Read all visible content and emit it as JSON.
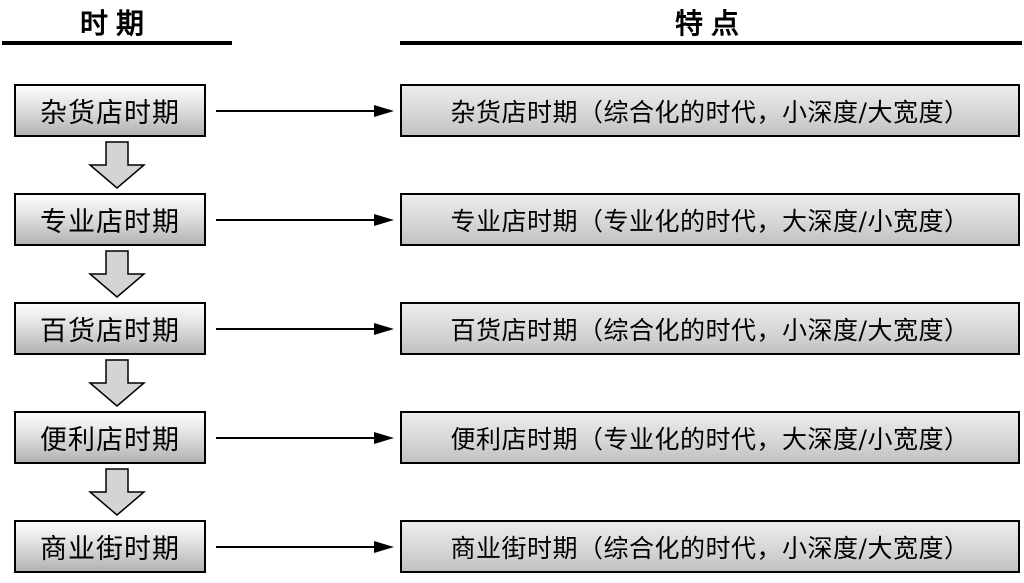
{
  "headers": {
    "left": "时期",
    "right": "特点"
  },
  "rows": [
    {
      "period": "杂货店时期",
      "feature": "杂货店时期（综合化的时代，小深度/大宽度）"
    },
    {
      "period": "专业店时期",
      "feature": "专业店时期（专业化的时代，大深度/小宽度）"
    },
    {
      "period": "百货店时期",
      "feature": "百货店时期（综合化的时代，小深度/大宽度）"
    },
    {
      "period": "便利店时期",
      "feature": "便利店时期（专业化的时代，大深度/小宽度）"
    },
    {
      "period": "商业街时期",
      "feature": "商业街时期（综合化的时代，小深度/大宽度）"
    }
  ],
  "colors": {
    "box_border": "#000000",
    "box_fill_top": "#fdfdfd",
    "box_fill_bottom": "#b3b3b3",
    "feature_fill": "#d9d9d9",
    "down_arrow_fill": "#d4d4d4",
    "arrow_color": "#000000"
  }
}
